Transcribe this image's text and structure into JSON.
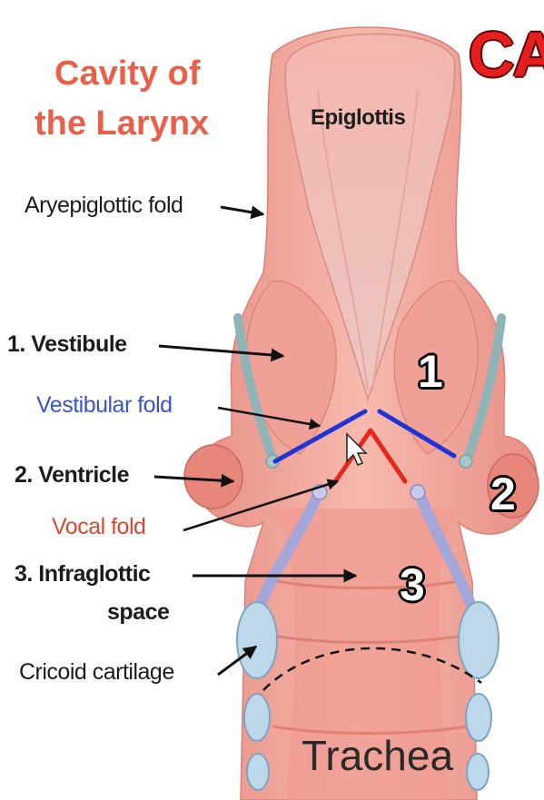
{
  "title_line1": "Cavity of",
  "title_line2": "the Larynx",
  "stamp_text": "CA",
  "labels": {
    "epiglottis": "Epiglottis",
    "aryepiglottic_fold": "Aryepiglottic fold",
    "vestibule": "1. Vestibule",
    "vestibular_fold": "Vestibular fold",
    "ventricle": "2. Ventricle",
    "vocal_fold": "Vocal fold",
    "infraglottic_line1": "3. Infraglottic",
    "infraglottic_line2": "space",
    "cricoid_cartilage": "Cricoid cartilage",
    "trachea": "Trachea"
  },
  "region_numbers": {
    "one": "1",
    "two": "2",
    "three": "3"
  },
  "colors": {
    "title": "#e8604a",
    "tissue": "#f2a79c",
    "vestibular_fold": "#1f33d6",
    "vocal_fold": "#e5281b",
    "cartilage": "#bcd8ea",
    "stamp": "#e51f1f"
  }
}
